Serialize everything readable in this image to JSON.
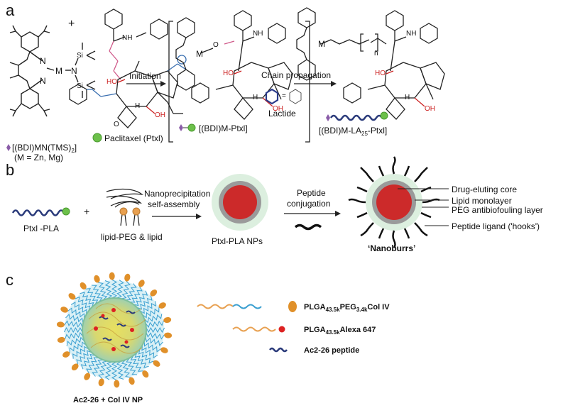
{
  "panel_a": {
    "letter": "a",
    "catalyst_label_line1": "[(BDI)MN(TMS)",
    "catalyst_label_sub": "2",
    "catalyst_label_close": "]",
    "catalyst_label_line2": "(M = Zn, Mg)",
    "catalyst_tms": "Si",
    "paclitaxel_label": "Paclitaxel (Ptxl)",
    "initiation_label": "Initiation",
    "intermediate_label": "[(BDI)M-Ptxl]",
    "chain_propagation_label": "Chain propagation",
    "lactide_label": "Lactide",
    "product_label_pre": "[(BDI)M-LA",
    "product_label_sub": "25",
    "product_label_post": "-Ptxl]",
    "n_label": "n",
    "atom_M": "M",
    "atom_N": "N",
    "atom_O": "O",
    "atom_H": "H",
    "atom_HO": "HO",
    "atom_OH": "OH",
    "atom_NH": "NH",
    "plus": "+"
  },
  "panel_b": {
    "letter": "b",
    "ptxl_pla_label": "Ptxl -PLA",
    "plus": "+",
    "lipid_label": "lipid-PEG & lipid",
    "nanoprecipitation_label_1": "Nanoprecipitation &",
    "nanoprecipitation_label_2": "self-assembly",
    "np_label": "Ptxl-PLA NPs",
    "peptide_label_1": "Peptide",
    "peptide_label_2": "conjugation",
    "nanoburrs_label": "‘Nanoburrs’",
    "callouts": [
      "Drug-eluting core",
      "Lipid monolayer",
      "PEG antibiofouling layer",
      "Peptide ligand ('hooks')"
    ]
  },
  "panel_c": {
    "letter": "c",
    "np_caption": "Ac2-26 + Col IV NP",
    "legend": [
      {
        "main": "PLGA",
        "sub1": "43.5k",
        "mid": "PEG",
        "sub2": "3.4k",
        "end": "Col IV"
      },
      {
        "main": "PLGA",
        "sub1": "43.5k",
        "mid": "Alexa 647",
        "sub2": "",
        "end": ""
      },
      {
        "main": "Ac2-26 peptide",
        "sub1": "",
        "mid": "",
        "sub2": "",
        "end": ""
      }
    ]
  },
  "colors": {
    "catalyst_marker": "#8a5ca8",
    "ptxl_green": "#6cc04a",
    "core_red": "#cc2a2a",
    "np_outer": "#cfe8d5",
    "np_ring": "#9a9a9a",
    "plga_orange": "#e8a050",
    "peg_blue": "#3a9fd0",
    "col_iv": "#e0902a",
    "alexa_red": "#dd2222",
    "peptide_navy": "#2a3a7a",
    "ring_oxygen": "#cc2222",
    "lactide_blue": "#2a3a8a"
  }
}
